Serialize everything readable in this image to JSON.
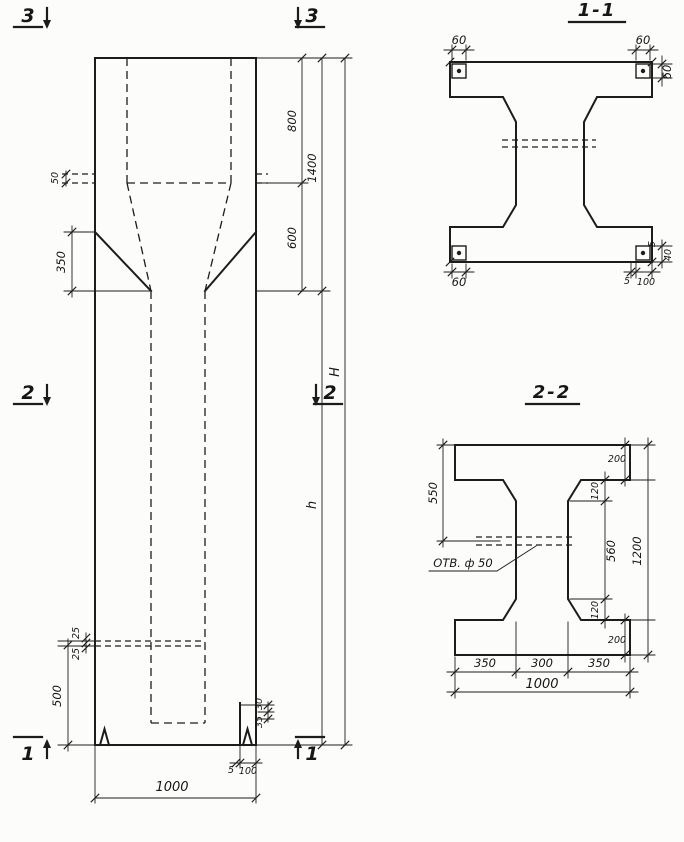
{
  "drawing": {
    "paper_color": "#fcfcfa",
    "ink_color": "#1c1c1c",
    "elevation": {
      "marker_3": "3",
      "marker_2": "2",
      "marker_1": "1",
      "dims": {
        "d50": "50",
        "d350": "350",
        "d800": "800",
        "d600": "600",
        "d1400": "1400",
        "dH": "H",
        "dh": "h",
        "d500": "500",
        "d25a": "25",
        "d25b": "25",
        "d30": "30",
        "d35": "35",
        "d5": "5",
        "d100": "100",
        "d1000": "1000"
      }
    },
    "section1": {
      "title": "1-1",
      "dims": {
        "d60_tl": "60",
        "d60_tr": "60",
        "d60_r": "60",
        "d60_bl": "60",
        "d5_r": "5",
        "d40_r": "40",
        "d5_b": "5",
        "d100_b": "100"
      }
    },
    "section2": {
      "title": "2-2",
      "hole_label": "ОТВ. ф 50",
      "dims": {
        "d550": "550",
        "d120_t": "120",
        "d560": "560",
        "d120_b": "120",
        "d200_t": "200",
        "d200_b": "200",
        "d1200": "1200",
        "d350_l": "350",
        "d300": "300",
        "d350_r": "350",
        "d1000": "1000"
      }
    }
  }
}
